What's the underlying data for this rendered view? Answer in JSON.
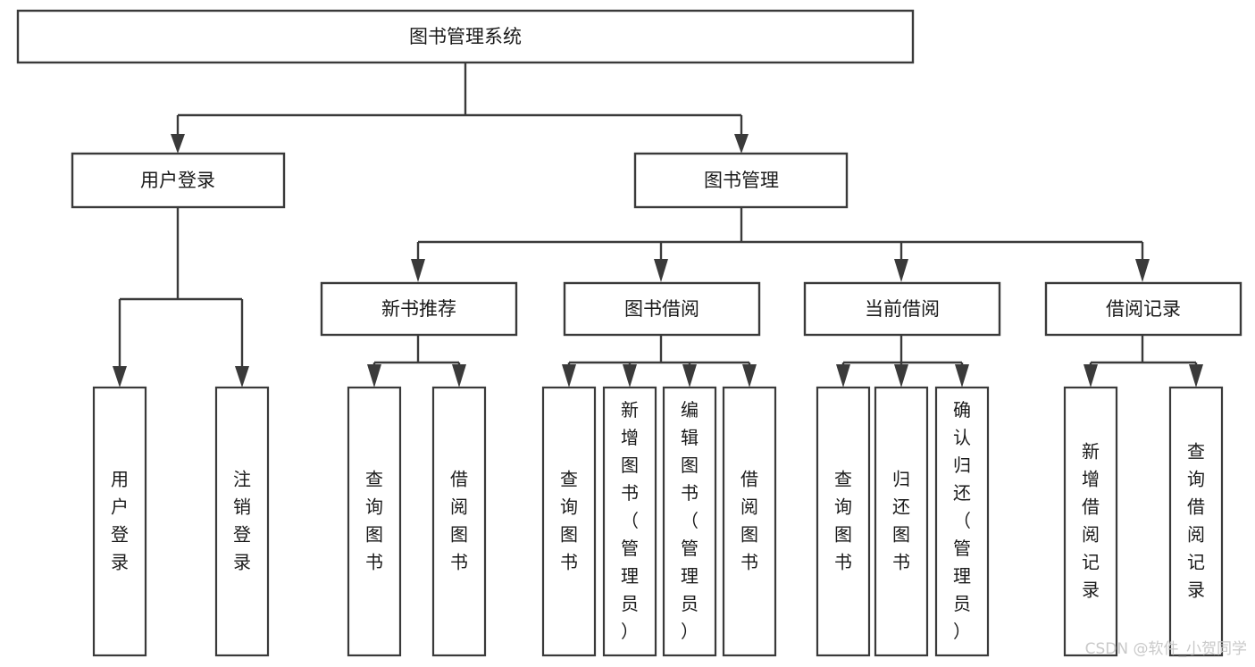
{
  "diagram": {
    "title": "图书管理系统",
    "type": "tree-hierarchy-chart",
    "root": {
      "label": "图书管理系统"
    },
    "level1": [
      {
        "label": "用户登录"
      },
      {
        "label": "图书管理"
      }
    ],
    "level2": [
      {
        "label": "新书推荐"
      },
      {
        "label": "图书借阅"
      },
      {
        "label": "当前借阅"
      },
      {
        "label": "借阅记录"
      }
    ],
    "leaves": {
      "user_login": [
        {
          "label": "用户登录"
        },
        {
          "label": "注销登录"
        }
      ],
      "new_book_recommend": [
        {
          "label": "查询图书"
        },
        {
          "label": "借阅图书"
        }
      ],
      "book_borrow": [
        {
          "label": "查询图书"
        },
        {
          "label": "新增图书（管理员）"
        },
        {
          "label": "编辑图书（管理员）"
        },
        {
          "label": "借阅图书"
        }
      ],
      "current_borrow": [
        {
          "label": "查询图书"
        },
        {
          "label": "归还图书"
        },
        {
          "label": "确认归还（管理员）"
        }
      ],
      "borrow_record": [
        {
          "label": "新增借阅记录"
        },
        {
          "label": "查询借阅记录"
        }
      ]
    }
  },
  "watermark": {
    "text": "CSDN @软件_小贺同学"
  },
  "colors": {
    "stroke": "#3a3a3a",
    "box_fill": "#ffffff",
    "text": "#1a1a1a",
    "watermark": "#c9c9c9",
    "background": "#ffffff"
  }
}
